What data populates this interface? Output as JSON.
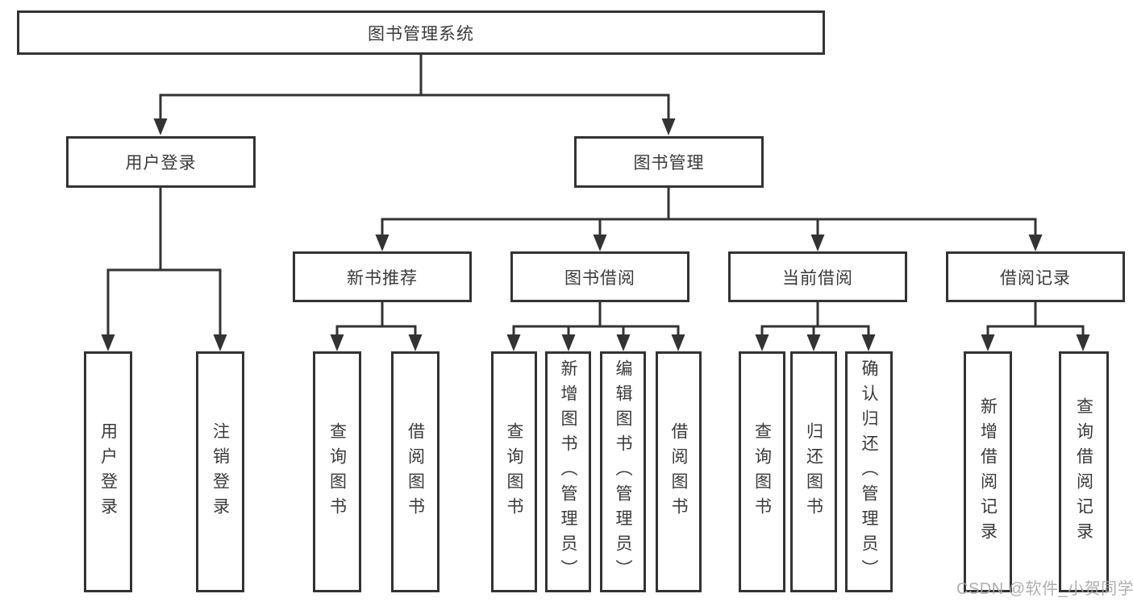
{
  "diagram": {
    "root": {
      "label": "图书管理系统"
    },
    "level2": [
      {
        "label": "用户登录",
        "children": [
          "用户登录",
          "注销登录"
        ]
      },
      {
        "label": "图书管理"
      }
    ],
    "level3": [
      {
        "label": "新书推荐",
        "children": [
          "查询图书",
          "借阅图书"
        ]
      },
      {
        "label": "图书借阅",
        "children": [
          "查询图书",
          "新增图书（管理员）",
          "编辑图书（管理员）",
          "借阅图书"
        ]
      },
      {
        "label": "当前借阅",
        "children": [
          "查询图书",
          "归还图书",
          "确认归还（管理员）"
        ]
      },
      {
        "label": "借阅记录",
        "children": [
          "新增借阅记录",
          "查询借阅记录"
        ]
      }
    ]
  },
  "colors": {
    "line": "#333333",
    "box_border": "#333333",
    "text": "#3a3a3a",
    "watermark": "#a8a8a8",
    "background": "#ffffff"
  },
  "watermark": {
    "text": "CSDN @软件_小贺同学"
  }
}
